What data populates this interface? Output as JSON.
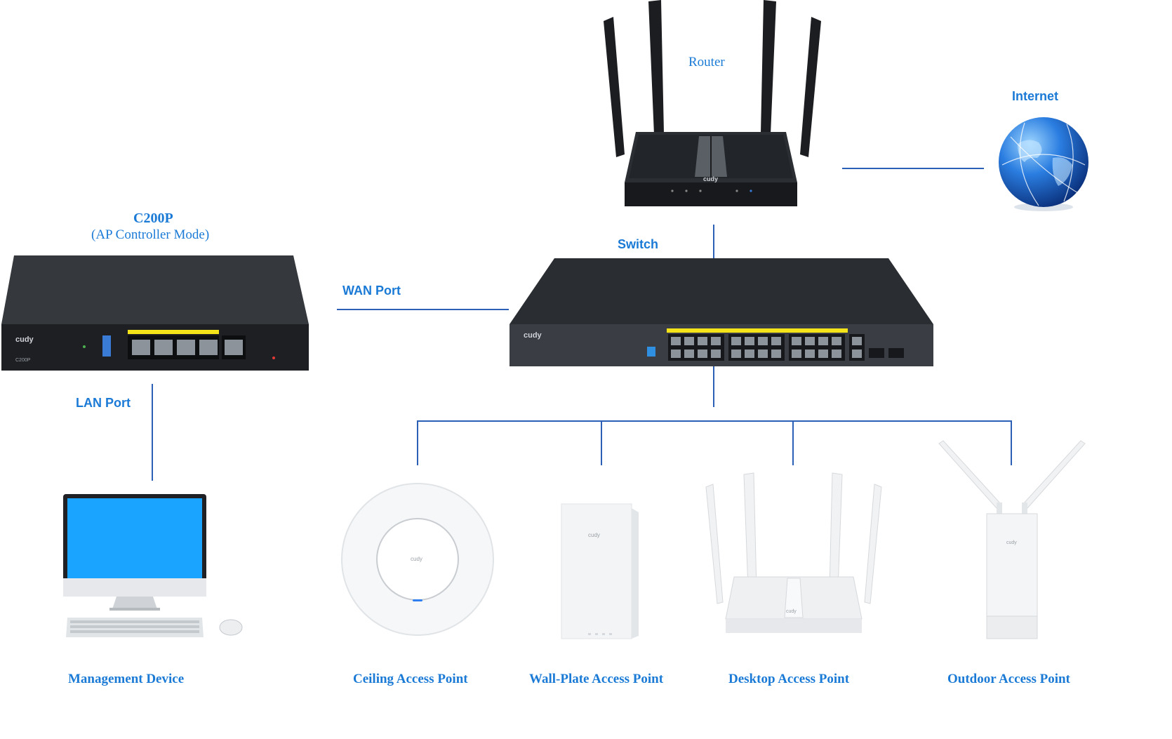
{
  "labels": {
    "router": "Router",
    "internet": "Internet",
    "switch": "Switch",
    "wan_port": "WAN Port",
    "lan_port": "LAN Port",
    "controller_name": "C200P",
    "controller_mode": "(AP Controller Mode)",
    "management_device": "Management Device",
    "ceiling_ap": "Ceiling Access Point",
    "wallplate_ap": "Wall-Plate Access Point",
    "desktop_ap": "Desktop Access Point",
    "outdoor_ap": "Outdoor Access Point"
  },
  "device_brand": "cudy",
  "colors": {
    "label": "#1a7ad6",
    "link_line": "#2c5fb6",
    "device_dark": "#2a2d31",
    "screen": "#1aa3ff",
    "poe_yellow": "#f5e31a"
  },
  "icons": {
    "router": "router-icon",
    "internet": "globe-icon",
    "switch": "switch-icon",
    "controller": "controller-icon",
    "management": "desktop-computer-icon",
    "ceiling": "ceiling-ap-icon",
    "wallplate": "wallplate-ap-icon",
    "desktop": "desktop-ap-icon",
    "outdoor": "outdoor-ap-icon"
  }
}
